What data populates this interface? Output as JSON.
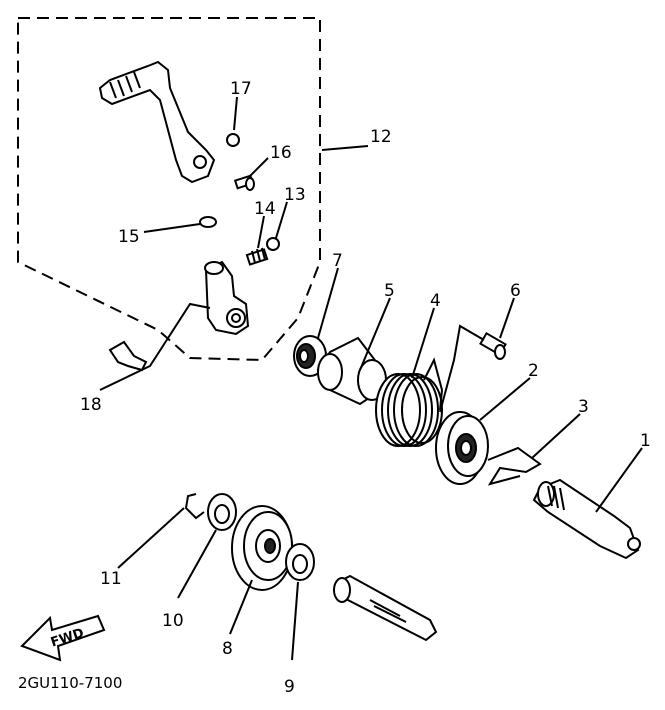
{
  "diagram": {
    "part_code": "2GU110-7100",
    "direction_label": "FWD",
    "callouts": [
      {
        "id": "1",
        "label": "1"
      },
      {
        "id": "2",
        "label": "2"
      },
      {
        "id": "3",
        "label": "3"
      },
      {
        "id": "4",
        "label": "4"
      },
      {
        "id": "5",
        "label": "5"
      },
      {
        "id": "6",
        "label": "6"
      },
      {
        "id": "7",
        "label": "7"
      },
      {
        "id": "8",
        "label": "8"
      },
      {
        "id": "9",
        "label": "9"
      },
      {
        "id": "10",
        "label": "10"
      },
      {
        "id": "11",
        "label": "11"
      },
      {
        "id": "12",
        "label": "12"
      },
      {
        "id": "13",
        "label": "13"
      },
      {
        "id": "14",
        "label": "14"
      },
      {
        "id": "15",
        "label": "15"
      },
      {
        "id": "16",
        "label": "16"
      },
      {
        "id": "17",
        "label": "17"
      },
      {
        "id": "18",
        "label": "18"
      }
    ]
  }
}
